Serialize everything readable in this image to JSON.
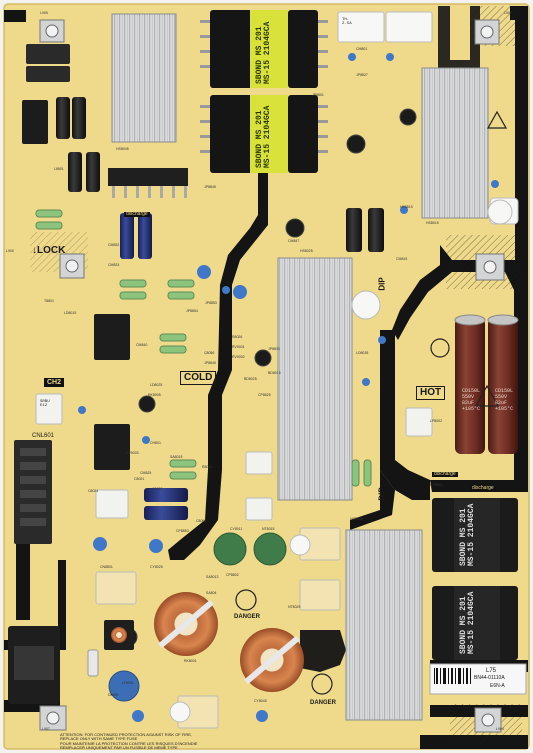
{
  "board": {
    "colors": {
      "pcb": "#efd98a",
      "pcb_dark": "#e3c96c",
      "trace_black": "#141414",
      "heatsink": "#c9cbcd",
      "transformer_label": "#d9e23a",
      "cap_brown": "#6b2b22",
      "cap_navy": "#243477",
      "choke_copper": "#b8643a",
      "varistor_green": "#3f7c4a",
      "xcap_blue": "#3c6eb5"
    },
    "labels": {
      "cold": "COLD",
      "hot": "HOT",
      "lock": "LOCK",
      "danger_1": "DANGER",
      "danger_2": "DANGER",
      "dip_1": "DIP",
      "dip_2": "DIP",
      "ch2": "CH2",
      "discharge_1": "discharge",
      "discharge_2": "discharge",
      "discharge_3": "discharge",
      "cnl601": "CNL601",
      "board_code": "L75",
      "model": "BN44-01110A",
      "ver": "E6N-A"
    },
    "transformer_1_text": [
      "SBOND MS 201",
      "MS-15 2104GCA"
    ],
    "transformer_2_text": [
      "SBOND MS 201",
      "MS-15 2104GCA"
    ],
    "transformer_3_text": [
      "SBOND MS 201",
      "MS-15 2104GCA"
    ],
    "transformer_4_text": [
      "SBOND MS 201",
      "MS-15 2104GCA"
    ],
    "bulk_cap_text": [
      "CD150L",
      "550V",
      "82uF",
      "+105°C"
    ],
    "ref_designators": [
      "L905",
      "L906",
      "L907",
      "L904",
      "L900",
      "CM801",
      "CM847",
      "CM815",
      "CM833",
      "CM832",
      "CM840",
      "CM825",
      "HS8025",
      "HS8045",
      "HS8015",
      "HS8035",
      "JP8801",
      "JP8827",
      "JP8845",
      "JP8854",
      "JP8853",
      "LD8025",
      "LD8035",
      "LD8015",
      "CN8801",
      "CY8025",
      "CY8045",
      "CY8011",
      "NT8015",
      "NT8025",
      "SA804",
      "SA8013",
      "SA8015",
      "R8025",
      "R8026",
      "RV9001",
      "RV9002",
      "RV9003",
      "C8021",
      "C8023",
      "C8024",
      "C8062",
      "C8056",
      "JP8840",
      "JP8830",
      "BD8015",
      "BD8025",
      "CP8825",
      "CP8853",
      "RK8001",
      "RK8005",
      "L8801",
      "CH801",
      "T8801",
      "D8905",
      "LF8001",
      "LP8002",
      "CP8801",
      "CP8802",
      "HS8815"
    ],
    "warning_text": [
      "ATTENTION: FOR CONTINUED PROTECTION AGAINST RISK OF FIRE,",
      "REPLACE ONLY WITH SAME TYPE FUSE",
      "POUR MAINTENIR LA PROTECTION CONTRE LES RISQUES D'INCENDIE",
      "REMPLACER UNIQUEMENT PAR UN FUSIBLE DE MEME TYPE"
    ],
    "small_module_text": [
      "SRBU",
      "E12"
    ],
    "relay_text": [
      "TH-",
      "2.5A"
    ]
  }
}
